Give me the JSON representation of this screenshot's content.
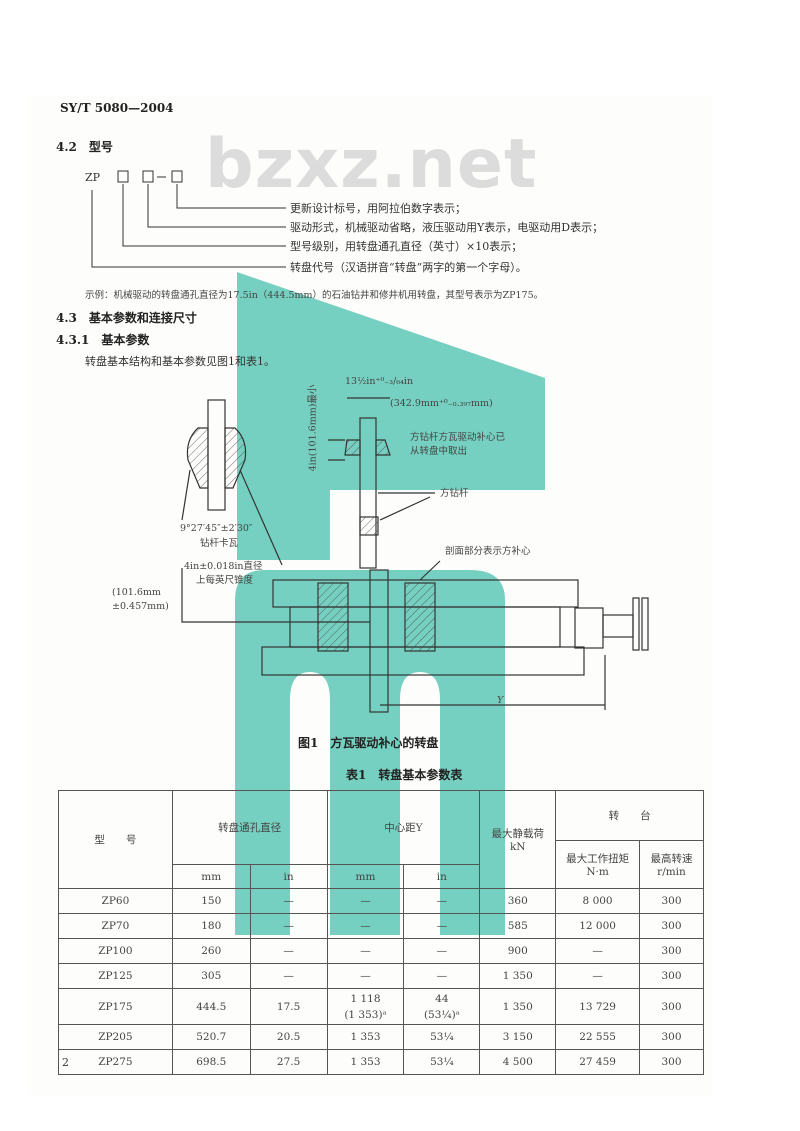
{
  "header": {
    "standard": "SY/T 5080—2004"
  },
  "section_4_2": {
    "title": "4.2　型号",
    "code": "ZP",
    "dash": "-",
    "legend": [
      "更新设计标号，用阿拉伯数字表示；",
      "驱动形式，机械驱动省略，液压驱动用Y表示，电驱动用D表示；",
      "型号级别，用转盘通孔直径（英寸）×10表示；",
      "转盘代号（汉语拼音“转盘”两字的第一个字母）。"
    ],
    "example": "示例：机械驱动的转盘通孔直径为17.5in（444.5mm）的石油钻井和修井机用转盘，其型号表示为ZP175。"
  },
  "section_4_3": {
    "title": "4.3　基本参数和连接尺寸"
  },
  "section_4_3_1": {
    "title": "4.3.1　基本参数",
    "body": "转盘基本结构和基本参数见图1和表1。"
  },
  "figure": {
    "dim_top": "13½in⁺⁰₋₃/₆₄in",
    "dim_top_mm": "(342.9mm⁺⁰₋₀.₃₉₇mm)",
    "dim_vertical": "4in(101.6mm)最小",
    "note_removed_1": "方钻杆方瓦驱动补心已",
    "note_removed_2": "从转盘中取出",
    "kelly": "方钻杆",
    "angle": "9°27′45″±2′30″",
    "slips": "钻杆卡瓦",
    "section_note": "剖面部分表示方补心",
    "taper_1": "4in±0.018in直径",
    "taper_2": "上每英尺锥度",
    "mm_1": "(101.6mm",
    "mm_2": "±0.457mm)",
    "y_label": "Y",
    "caption": "图1　方瓦驱动补心的转盘"
  },
  "watermark": {
    "text": "bzxz.net"
  },
  "table": {
    "caption": "表1　转盘基本参数表",
    "headers": {
      "model": "型　　号",
      "bore": "转盘通孔直径",
      "center": "中心距Y",
      "load": "最大静载荷",
      "load_unit": "kN",
      "table_group": "转　　台",
      "torque": "最大工作扭矩",
      "torque_unit": "N·m",
      "speed": "最高转速",
      "speed_unit": "r/min",
      "mm": "mm",
      "in": "in",
      "mm2": "mm",
      "in2": "in"
    },
    "rows": [
      [
        "ZP60",
        "150",
        "—",
        "—",
        "—",
        "360",
        "8 000",
        "300"
      ],
      [
        "ZP70",
        "180",
        "—",
        "—",
        "—",
        "585",
        "12 000",
        "300"
      ],
      [
        "ZP100",
        "260",
        "—",
        "—",
        "—",
        "900",
        "—",
        "300"
      ],
      [
        "ZP125",
        "305",
        "—",
        "—",
        "—",
        "1 350",
        "—",
        "300"
      ],
      [
        "ZP175",
        "444.5",
        "17.5",
        "1 118\n(1 353)ᵃ",
        "44\n(53¼)ᵃ",
        "1 350",
        "13 729",
        "300"
      ],
      [
        "ZP205",
        "520.7",
        "20.5",
        "1 353",
        "53¼",
        "3 150",
        "22 555",
        "300"
      ],
      [
        "ZP275",
        "698.5",
        "27.5",
        "1 353",
        "53¼",
        "4 500",
        "27 459",
        "300"
      ]
    ]
  },
  "footer": {
    "page": "2"
  },
  "colors": {
    "watermark_teal": "#5ec8b6",
    "watermark_gray": "#dcdcdc"
  }
}
